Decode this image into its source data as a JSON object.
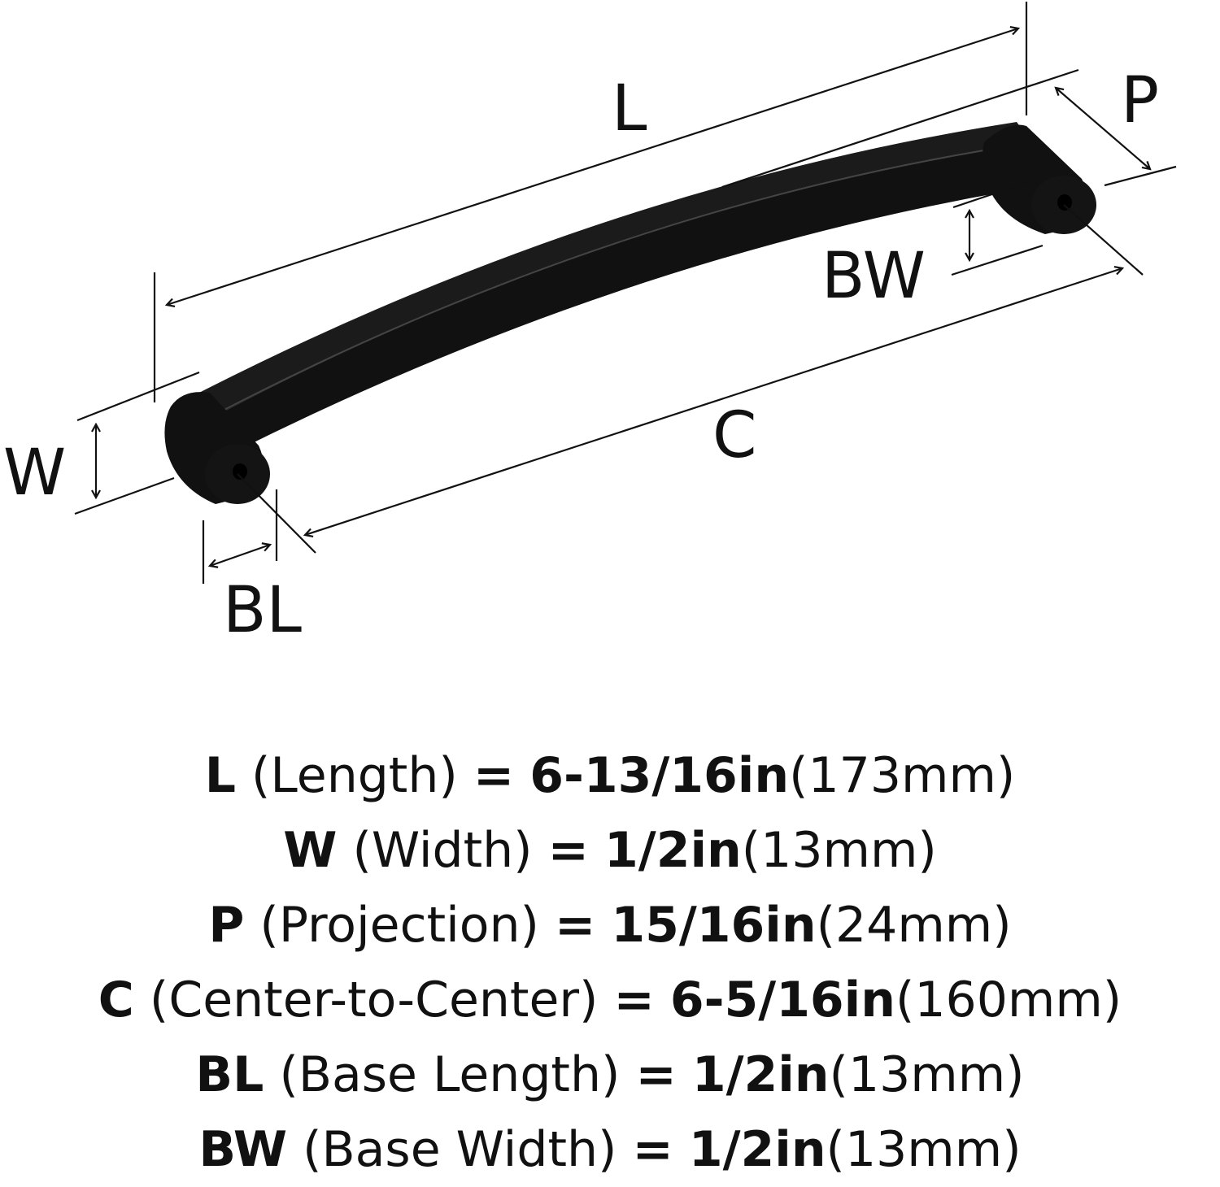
{
  "labels": {
    "length": "L",
    "width": "W",
    "projection": "P",
    "center": "C",
    "base_length": "BL",
    "base_width": "BW"
  },
  "specs": [
    {
      "code": "L",
      "name": "(Length)",
      "eq": "=",
      "imperial": "6-13/16in",
      "metric": "(173mm)"
    },
    {
      "code": "W",
      "name": "(Width)",
      "eq": "=",
      "imperial": "1/2in",
      "metric": "(13mm)"
    },
    {
      "code": "P",
      "name": "(Projection)",
      "eq": "=",
      "imperial": "15/16in",
      "metric": "(24mm)"
    },
    {
      "code": "C",
      "name": "(Center-to-Center)",
      "eq": "=",
      "imperial": "6-5/16in",
      "metric": "(160mm)"
    },
    {
      "code": "BL",
      "name": "(Base Length)",
      "eq": "=",
      "imperial": "1/2in",
      "metric": "(13mm)"
    },
    {
      "code": "BW",
      "name": "(Base Width)",
      "eq": "=",
      "imperial": "1/2in",
      "metric": "(13mm)"
    }
  ],
  "colors": {
    "handle": "#111111",
    "handle_highlight": "#3a3a3a",
    "line": "#111111"
  }
}
